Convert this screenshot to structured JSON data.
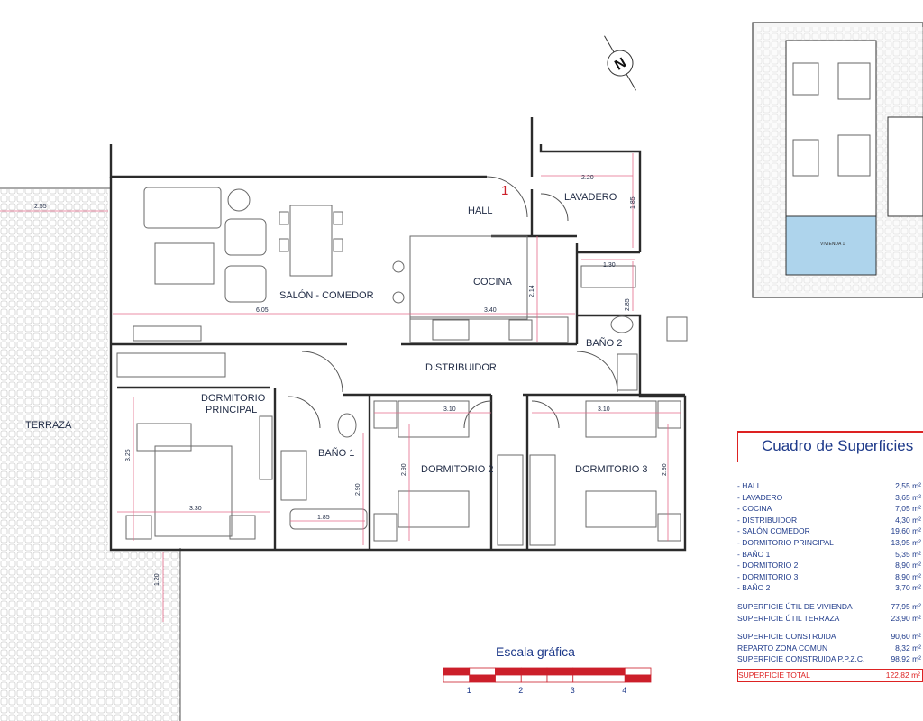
{
  "plan": {
    "unit_number": "1",
    "rooms": {
      "hall": "HALL",
      "lavadero": "LAVADERO",
      "salon": "SALÓN - COMEDOR",
      "cocina": "COCINA",
      "bano2": "BAÑO 2",
      "distribuidor": "DISTRIBUIDOR",
      "dorm_principal_1": "DORMITORIO",
      "dorm_principal_2": "PRINCIPAL",
      "bano1": "BAÑO 1",
      "dorm2": "DORMITORIO 2",
      "dorm3": "DORMITORIO 3",
      "terraza": "TERRAZA"
    },
    "dimensions": {
      "terraza_w": "2.55",
      "lavadero_w": "2.20",
      "lavadero_h": "1.85",
      "bano2_w": "1.30",
      "bano2_h": "2.85",
      "cocina_h": "2.14",
      "cocina_w": "3.40",
      "salon_w": "6.05",
      "dorm2_w": "3.10",
      "dorm3_w": "3.10",
      "dorm_principal_h": "3.25",
      "dorm_principal_w": "3.30",
      "bano1_h": "2.90",
      "bano1_w": "1.85",
      "dorm2_h": "2.90",
      "dorm3_h": "2.90",
      "terraza_h": "1.20"
    },
    "compass": "N",
    "location_label": "VIVIENDA 1"
  },
  "scale": {
    "title": "Escala gráfica",
    "ticks": [
      "1",
      "2",
      "3",
      "4"
    ],
    "colors": [
      "#cc1f2a",
      "#ffffff"
    ]
  },
  "surfaces": {
    "title": "Cuadro de Superficies",
    "rooms": [
      {
        "label": "- HALL",
        "value": "2,55 m²"
      },
      {
        "label": "- LAVADERO",
        "value": "3,65 m²"
      },
      {
        "label": "- COCINA",
        "value": "7,05 m²"
      },
      {
        "label": "- DISTRIBUIDOR",
        "value": "4,30 m²"
      },
      {
        "label": "- SALÓN COMEDOR",
        "value": "19,60 m²"
      },
      {
        "label": "- DORMITORIO PRINCIPAL",
        "value": "13,95 m²"
      },
      {
        "label": "- BAÑO 1",
        "value": "5,35 m²"
      },
      {
        "label": "- DORMITORIO 2",
        "value": "8,90 m²"
      },
      {
        "label": "- DORMITORIO 3",
        "value": "8,90 m²"
      },
      {
        "label": "- BAÑO 2",
        "value": "3,70 m²"
      }
    ],
    "useful": [
      {
        "label": "SUPERFICIE ÚTIL DE VIVIENDA",
        "value": "77,95 m²"
      },
      {
        "label": "SUPERFICIE ÚTIL TERRAZA",
        "value": "23,90 m²"
      }
    ],
    "built": [
      {
        "label": "SUPERFICIE CONSTRUIDA",
        "value": "90,60 m²"
      },
      {
        "label": "REPARTO ZONA COMUN",
        "value": "8,32 m²"
      },
      {
        "label": "SUPERFICIE CONSTRUIDA P.P.Z.C.",
        "value": "98,92 m²"
      }
    ],
    "total": {
      "label": "SUPERFICIE TOTAL",
      "value": "122,82 m²"
    },
    "accent_color": "#1e3a8a",
    "highlight_color": "#cc1f2a"
  }
}
